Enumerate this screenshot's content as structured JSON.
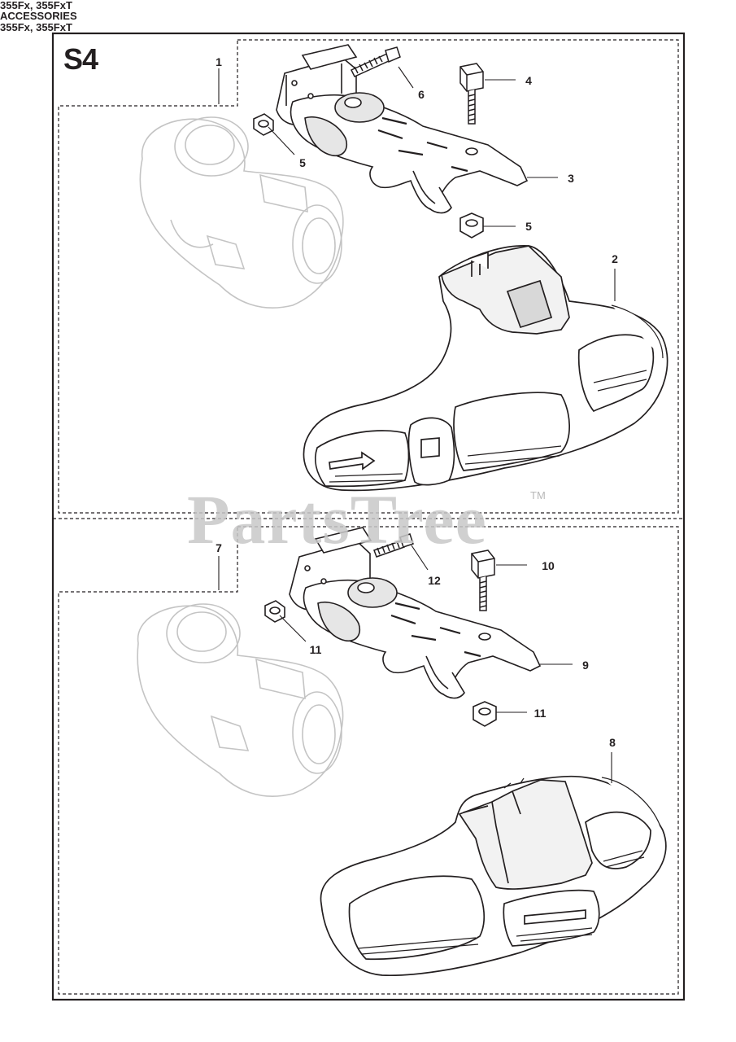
{
  "section": {
    "code": "S4",
    "models": "355Fx, 355FxT",
    "title": "ACCESSORIES"
  },
  "lower_section": {
    "models": "355Fx, 355FxT"
  },
  "callouts": {
    "p1": "1",
    "p2": "2",
    "p3": "3",
    "p4": "4",
    "p5a": "5",
    "p5b": "5",
    "p6": "6",
    "p7": "7",
    "p8": "8",
    "p9": "9",
    "p10": "10",
    "p11a": "11",
    "p11b": "11",
    "p12": "12"
  },
  "watermark": {
    "text": "PartsTree",
    "tm": "TM"
  }
}
